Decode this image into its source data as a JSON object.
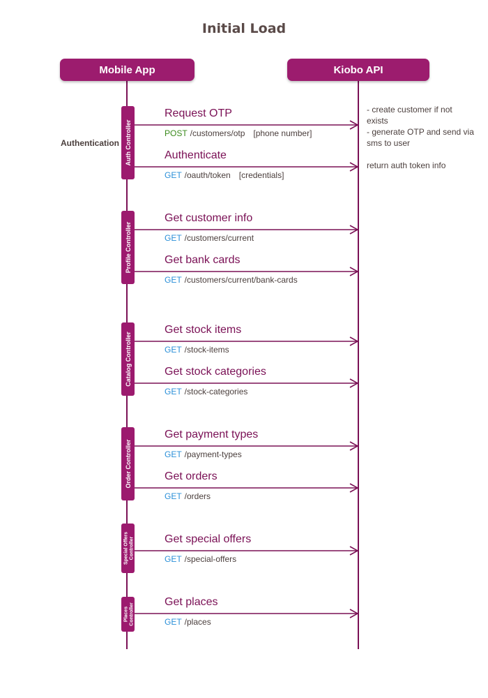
{
  "title": "Initial Load",
  "colors": {
    "primary": "#9c1a6e",
    "message_text": "#7a1055",
    "post_method": "#3a8a1c",
    "get_method": "#2a8fd8",
    "text": "#4a3e3c"
  },
  "actors": {
    "client": "Mobile App",
    "server": "Kiobo API"
  },
  "section_label": "Authentication",
  "controllers": [
    {
      "lines": [
        "Auth Controller"
      ]
    },
    {
      "lines": [
        "Profile Controller"
      ]
    },
    {
      "lines": [
        "Catalog Controller"
      ]
    },
    {
      "lines": [
        "Order Controller"
      ]
    },
    {
      "lines": [
        "Special Offers",
        "Controller"
      ]
    },
    {
      "lines": [
        "Places",
        "Controller"
      ]
    }
  ],
  "messages": [
    {
      "label": "Request OTP",
      "method": "POST",
      "path": "/customers/otp",
      "params": "[phone number]"
    },
    {
      "label": "Authenticate",
      "method": "GET",
      "path": "/oauth/token",
      "params": "[credentials]"
    },
    {
      "label": "Get customer info",
      "method": "GET",
      "path": "/customers/current",
      "params": ""
    },
    {
      "label": "Get bank cards",
      "method": "GET",
      "path": "/customers/current/bank-cards",
      "params": ""
    },
    {
      "label": "Get stock items",
      "method": "GET",
      "path": "/stock-items",
      "params": ""
    },
    {
      "label": "Get stock categories",
      "method": "GET",
      "path": "/stock-categories",
      "params": ""
    },
    {
      "label": "Get payment types",
      "method": "GET",
      "path": "/payment-types",
      "params": ""
    },
    {
      "label": "Get orders",
      "method": "GET",
      "path": "/orders",
      "params": ""
    },
    {
      "label": "Get special offers",
      "method": "GET",
      "path": "/special-offers",
      "params": ""
    },
    {
      "label": "Get places",
      "method": "GET",
      "path": "/places",
      "params": ""
    }
  ],
  "notes": [
    {
      "lines": [
        "- create customer if not",
        "exists",
        "- generate OTP and send via",
        "sms to user"
      ]
    },
    {
      "lines": [
        "return auth token info"
      ]
    }
  ]
}
